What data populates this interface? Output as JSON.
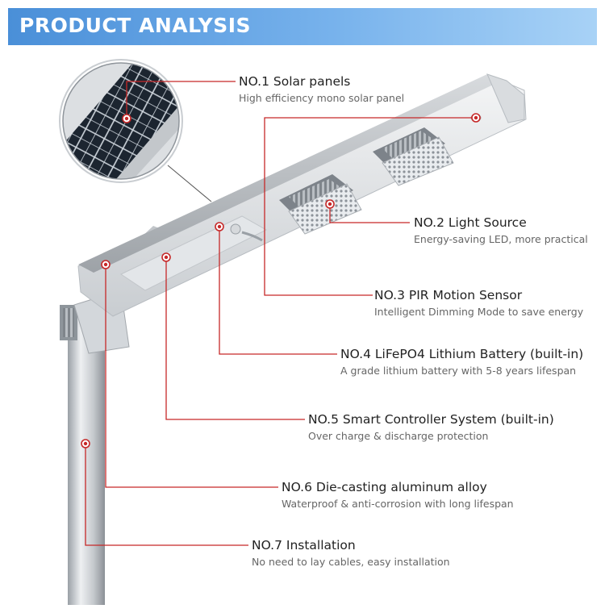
{
  "header": {
    "title": "PRODUCT ANALYSIS",
    "accent": "#4a8fd8"
  },
  "marker_color": "#d32f2f",
  "features": [
    {
      "title": "NO.1 Solar panels",
      "subtitle": "High efficiency mono solar panel"
    },
    {
      "title": "NO.2  Light Source",
      "subtitle": "Energy-saving LED, more practical"
    },
    {
      "title": "NO.3 PIR Motion Sensor",
      "subtitle": "Intelligent Dimming Mode to save energy"
    },
    {
      "title": "NO.4  LiFePO4 Lithium Battery (built-in)",
      "subtitle": "A grade lithium battery with 5-8 years lifespan"
    },
    {
      "title": "NO.5 Smart Controller System (built-in)",
      "subtitle": "Over charge & discharge protection"
    },
    {
      "title": "NO.6 Die-casting aluminum alloy",
      "subtitle": "Waterproof & anti-corrosion with long lifespan"
    },
    {
      "title": "NO.7 Installation",
      "subtitle": "No need to lay cables, easy installation"
    }
  ]
}
